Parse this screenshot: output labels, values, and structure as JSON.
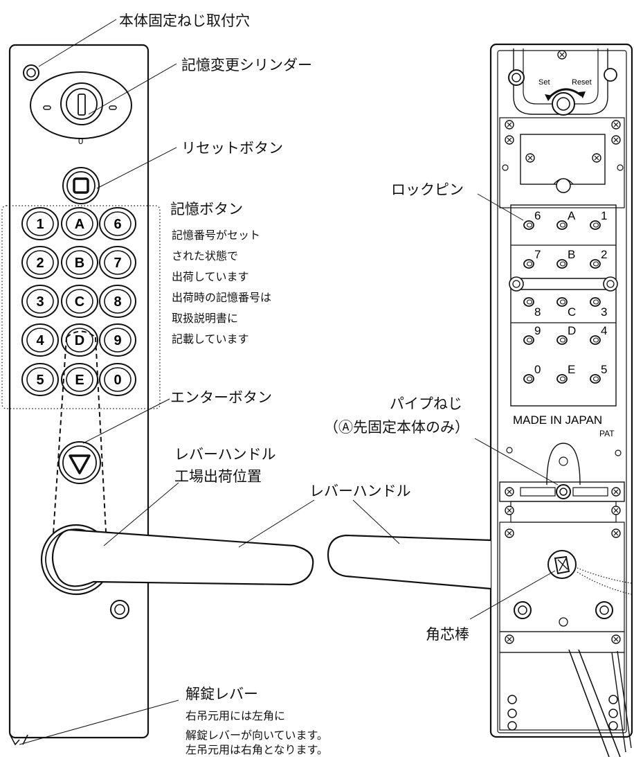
{
  "labels": {
    "fixing_hole": "本体固定ねじ取付穴",
    "memory_cylinder": "記憶変更シリンダー",
    "reset_button": "リセットボタン",
    "memory_button": "記憶ボタン",
    "memory_note": [
      "記憶番号がセット",
      "された状態で",
      "出荷しています",
      "出荷時の記憶番号は",
      "取扱説明書に",
      "記載しています"
    ],
    "enter_button": "エンターボタン",
    "lever_factory_1": "レバーハンドル",
    "lever_factory_2": "工場出荷位置",
    "lever_handle": "レバーハンドル",
    "unlock_lever": "解錠レバー",
    "unlock_note": [
      "右吊元用には左角に",
      "解錠レバーが向いています。",
      "左吊元用は右角となります。"
    ],
    "lock_pin": "ロックピン",
    "pipe_screw": "パイプねじ",
    "pipe_screw_note": "（Ⓐ先固定本体のみ）",
    "square_shaft": "角芯棒"
  },
  "front_panel": {
    "cylinder_mark": "0",
    "keypad": [
      [
        "1",
        "A",
        "6"
      ],
      [
        "2",
        "B",
        "7"
      ],
      [
        "3",
        "C",
        "8"
      ],
      [
        "4",
        "D",
        "9"
      ],
      [
        "5",
        "E",
        "0"
      ]
    ]
  },
  "back_panel": {
    "set_label": "Set",
    "reset_label": "Reset",
    "made_in": "MADE IN JAPAN",
    "pat": "PAT",
    "pins": [
      [
        {
          "digit": "6",
          "pos": "sup"
        },
        {
          "digit": "A",
          "pos": "sup"
        },
        {
          "digit": "1",
          "pos": "sup"
        }
      ],
      [
        {
          "digit": "7",
          "pos": "sup"
        },
        {
          "digit": "B",
          "pos": "sup"
        },
        {
          "digit": "2",
          "pos": "sup"
        }
      ],
      [
        {
          "digit": "8",
          "pos": "sub"
        },
        {
          "digit": "C",
          "pos": "sub"
        },
        {
          "digit": "3",
          "pos": "sub"
        }
      ],
      [
        {
          "digit": "9",
          "pos": "sup"
        },
        {
          "digit": "D",
          "pos": "sup"
        },
        {
          "digit": "4",
          "pos": "sup"
        }
      ],
      [
        {
          "digit": "0",
          "pos": "sup"
        },
        {
          "digit": "E",
          "pos": "sup"
        },
        {
          "digit": "5",
          "pos": "sup"
        }
      ]
    ]
  }
}
